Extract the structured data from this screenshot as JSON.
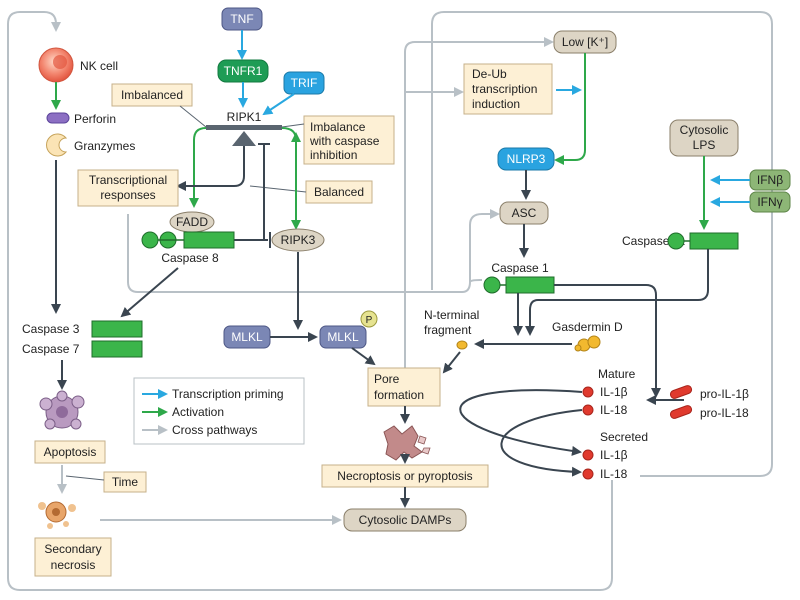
{
  "nodes": {
    "tnf": "TNF",
    "tnfr1": "TNFR1",
    "trif": "TRIF",
    "ripk1": "RIPK1",
    "imbalanced": "Imbalanced",
    "imbalance_line1": "Imbalance",
    "imbalance_line2": "with caspase",
    "imbalance_line3": "inhibition",
    "balanced": "Balanced",
    "transcriptional_line1": "Transcriptional",
    "transcriptional_line2": "responses",
    "fadd": "FADD",
    "caspase8": "Caspase 8",
    "ripk3": "RIPK3",
    "nk_cell": "NK cell",
    "perforin": "Perforin",
    "granzymes": "Granzymes",
    "caspase3": "Caspase 3",
    "caspase7": "Caspase 7",
    "apoptosis": "Apoptosis",
    "time": "Time",
    "secondary_line1": "Secondary",
    "secondary_line2": "necrosis",
    "mlkl1": "MLKL",
    "mlkl2": "MLKL",
    "phospho": "P",
    "pore_line1": "Pore",
    "pore_line2": "formation",
    "necroptosis": "Necroptosis or pyroptosis",
    "damps": "Cytosolic DAMPs",
    "low_k": "Low [K⁺]",
    "deub_line1": "De-Ub",
    "deub_line2": "transcription",
    "deub_line3": "induction",
    "nlrp3": "NLRP3",
    "asc": "ASC",
    "caspase1": "Caspase 1",
    "nterm_line1": "N-terminal",
    "nterm_line2": "fragment",
    "gasdermin": "Gasdermin D",
    "cyto_lps_line1": "Cytosolic",
    "cyto_lps_line2": "LPS",
    "ifnb": "IFNβ",
    "ifng": "IFNγ",
    "caspase11": "Caspase 11",
    "mature": "Mature",
    "il1b_mature": "IL-1β",
    "il18_mature": "IL-18",
    "pro_il1b": "pro-IL-1β",
    "pro_il18": "pro-IL-18",
    "secreted": "Secreted",
    "il1b_secreted": "IL-1β",
    "il18_secreted": "IL-18"
  },
  "legend": {
    "transcription": "Transcription priming",
    "activation": "Activation",
    "cross": "Cross pathways"
  },
  "colors": {
    "transcription_priming": "#29a8e0",
    "activation": "#2ea84a",
    "cross_pathways": "#b8c0c6",
    "dark_arrow": "#3a4550",
    "note_box": "#fdf0d5",
    "grey_box": "#ddd5c5",
    "green_bar": "#3bb54a",
    "blue_node": "#7b87b5",
    "dark_green_node": "#1e9c55",
    "light_blue_node": "#2aa3e0",
    "ifn_node": "#8db676",
    "cytokine_red": "#e03a2e"
  }
}
